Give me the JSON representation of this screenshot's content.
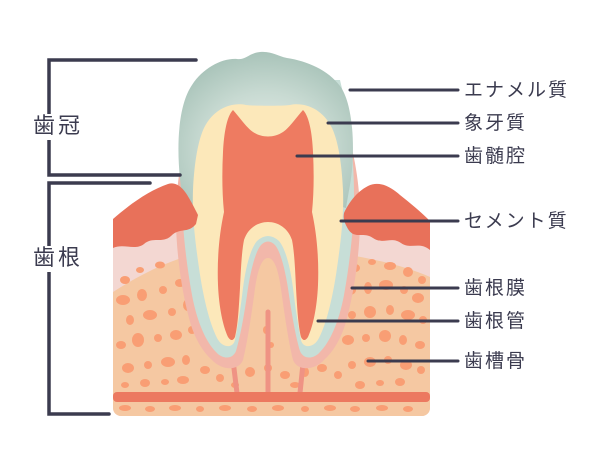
{
  "diagram": {
    "kind": "tooth-anatomy-cross-section",
    "labels": {
      "left": [
        {
          "id": "crown",
          "text": "歯冠"
        },
        {
          "id": "root",
          "text": "歯根"
        }
      ],
      "right": [
        {
          "id": "enamel",
          "text": "エナメル質"
        },
        {
          "id": "dentin",
          "text": "象牙質"
        },
        {
          "id": "pulp_cavity",
          "text": "歯髄腔"
        },
        {
          "id": "cementum",
          "text": "セメント質"
        },
        {
          "id": "periodontal_membrane",
          "text": "歯根膜"
        },
        {
          "id": "root_canal",
          "text": "歯根管"
        },
        {
          "id": "alveolar_bone",
          "text": "歯槽骨"
        }
      ]
    }
  },
  "colors": {
    "background": "#ffffff",
    "line": "#3b3b4f",
    "enamel_dark": "#9dbbb0",
    "enamel_mid": "#c8dad2",
    "enamel_light": "#e9f0ec",
    "dentin": "#fce8ba",
    "pulp": "#ee7b61",
    "cementum": "#c7ded7",
    "periodontal": "#f2b7aa",
    "gum": "#e8715a",
    "mucosa": "#f3d7d2",
    "bone": "#f5c8a2",
    "bone_spot": "#f99e74",
    "band": "#ec7960",
    "vessel": "#ef9384"
  }
}
